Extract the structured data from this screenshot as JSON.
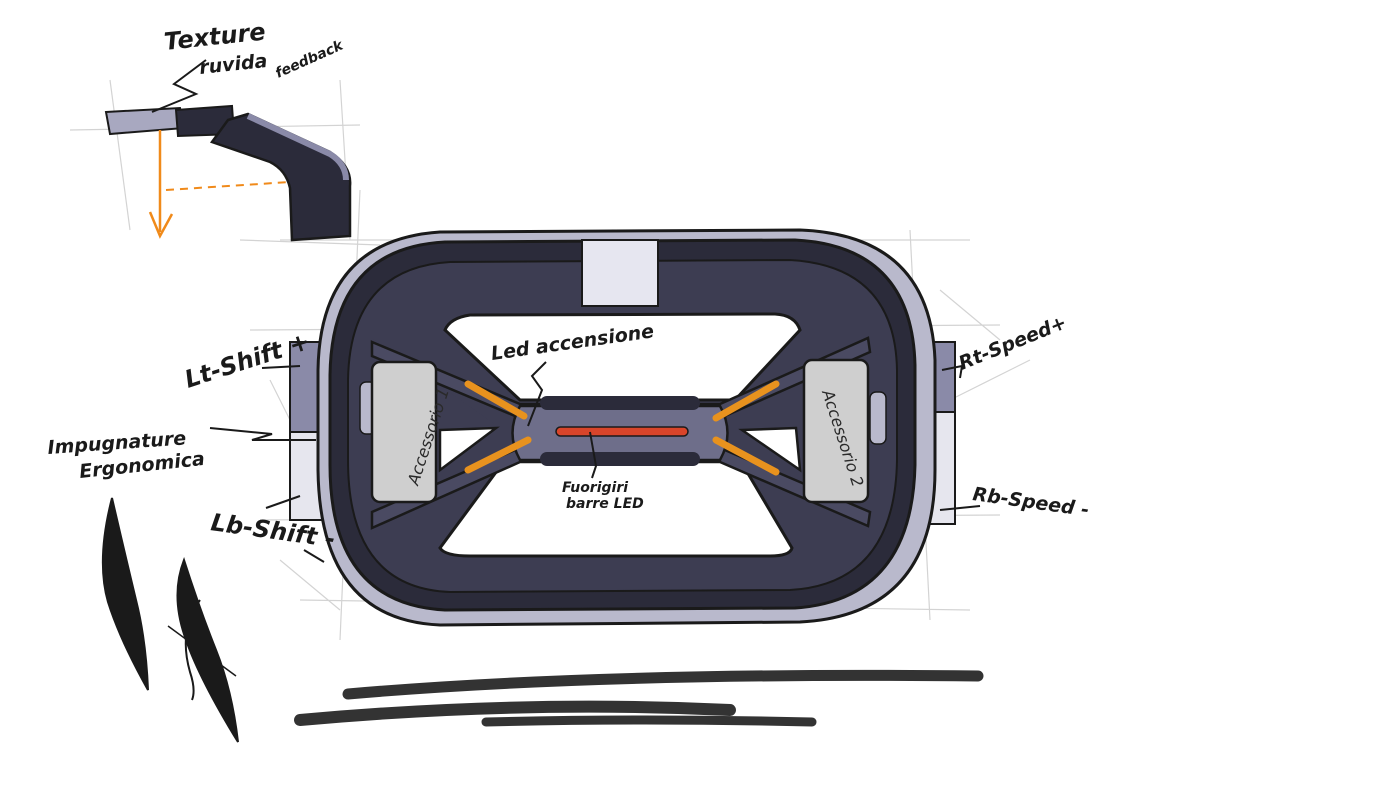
{
  "labels": {
    "texture_line1": "Texture",
    "texture_line2": "ruvida",
    "feedback": "feedback",
    "led_accensione": "Led accensione",
    "lt_shift": "Lt-Shift +",
    "rt_speed": "Rt-Speed+",
    "impugnature_line1": "Impugnature",
    "impugnature_line2": "Ergonomica",
    "rb_speed": "Rb-Speed -",
    "lb_shift": "Lb-Shift -",
    "fuorigiri_line1": "Fuorigiri",
    "fuorigiri_line2": "barre LED",
    "accessorio_1": "Accessorio 1",
    "accessorio_2": "Accessorio 2"
  },
  "colors": {
    "body_dark": "#2b2b3a",
    "body_mid": "#3d3d52",
    "body_light": "#6e6e8a",
    "rim_light": "#b9b9cc",
    "accent_led": "#e8921e",
    "red_led": "#d9452a",
    "accessory_pad": "#cfcfcf",
    "arrow_orange": "#f08a1a"
  }
}
